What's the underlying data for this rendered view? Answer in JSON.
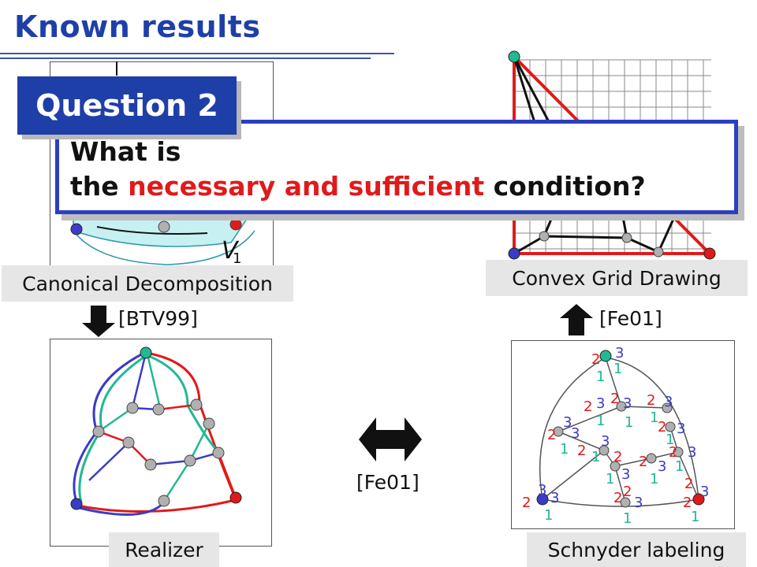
{
  "slide": {
    "title": "Known results"
  },
  "question": {
    "tab_label": "Question 2",
    "line1": "What is",
    "line2_prefix": "the ",
    "line2_highlight": "necessary and sufficient",
    "line2_suffix": " condition?"
  },
  "panels": {
    "canonical": {
      "label": "Canonical Decomposition",
      "vertex_label": "V",
      "vertex_label_sub": "1"
    },
    "convex": {
      "label": "Convex Grid Drawing"
    },
    "realizer": {
      "label": "Realizer"
    },
    "schnyder": {
      "label": "Schnyder labeling"
    }
  },
  "arrows": {
    "down_citation": "[BTV99]",
    "up_citation": "[Fe01]",
    "bidirectional_citation": "[Fe01]"
  },
  "colors": {
    "title_blue": "#1f3fa8",
    "red": "#e01a1a",
    "blue": "#3b3bc8",
    "green": "#22b894",
    "gray_node": "#b0b0b0"
  },
  "schnyder_labels": [
    {
      "t": "2",
      "c": "red"
    },
    {
      "t": "3",
      "c": "blue"
    },
    {
      "t": "1",
      "c": "green"
    }
  ]
}
